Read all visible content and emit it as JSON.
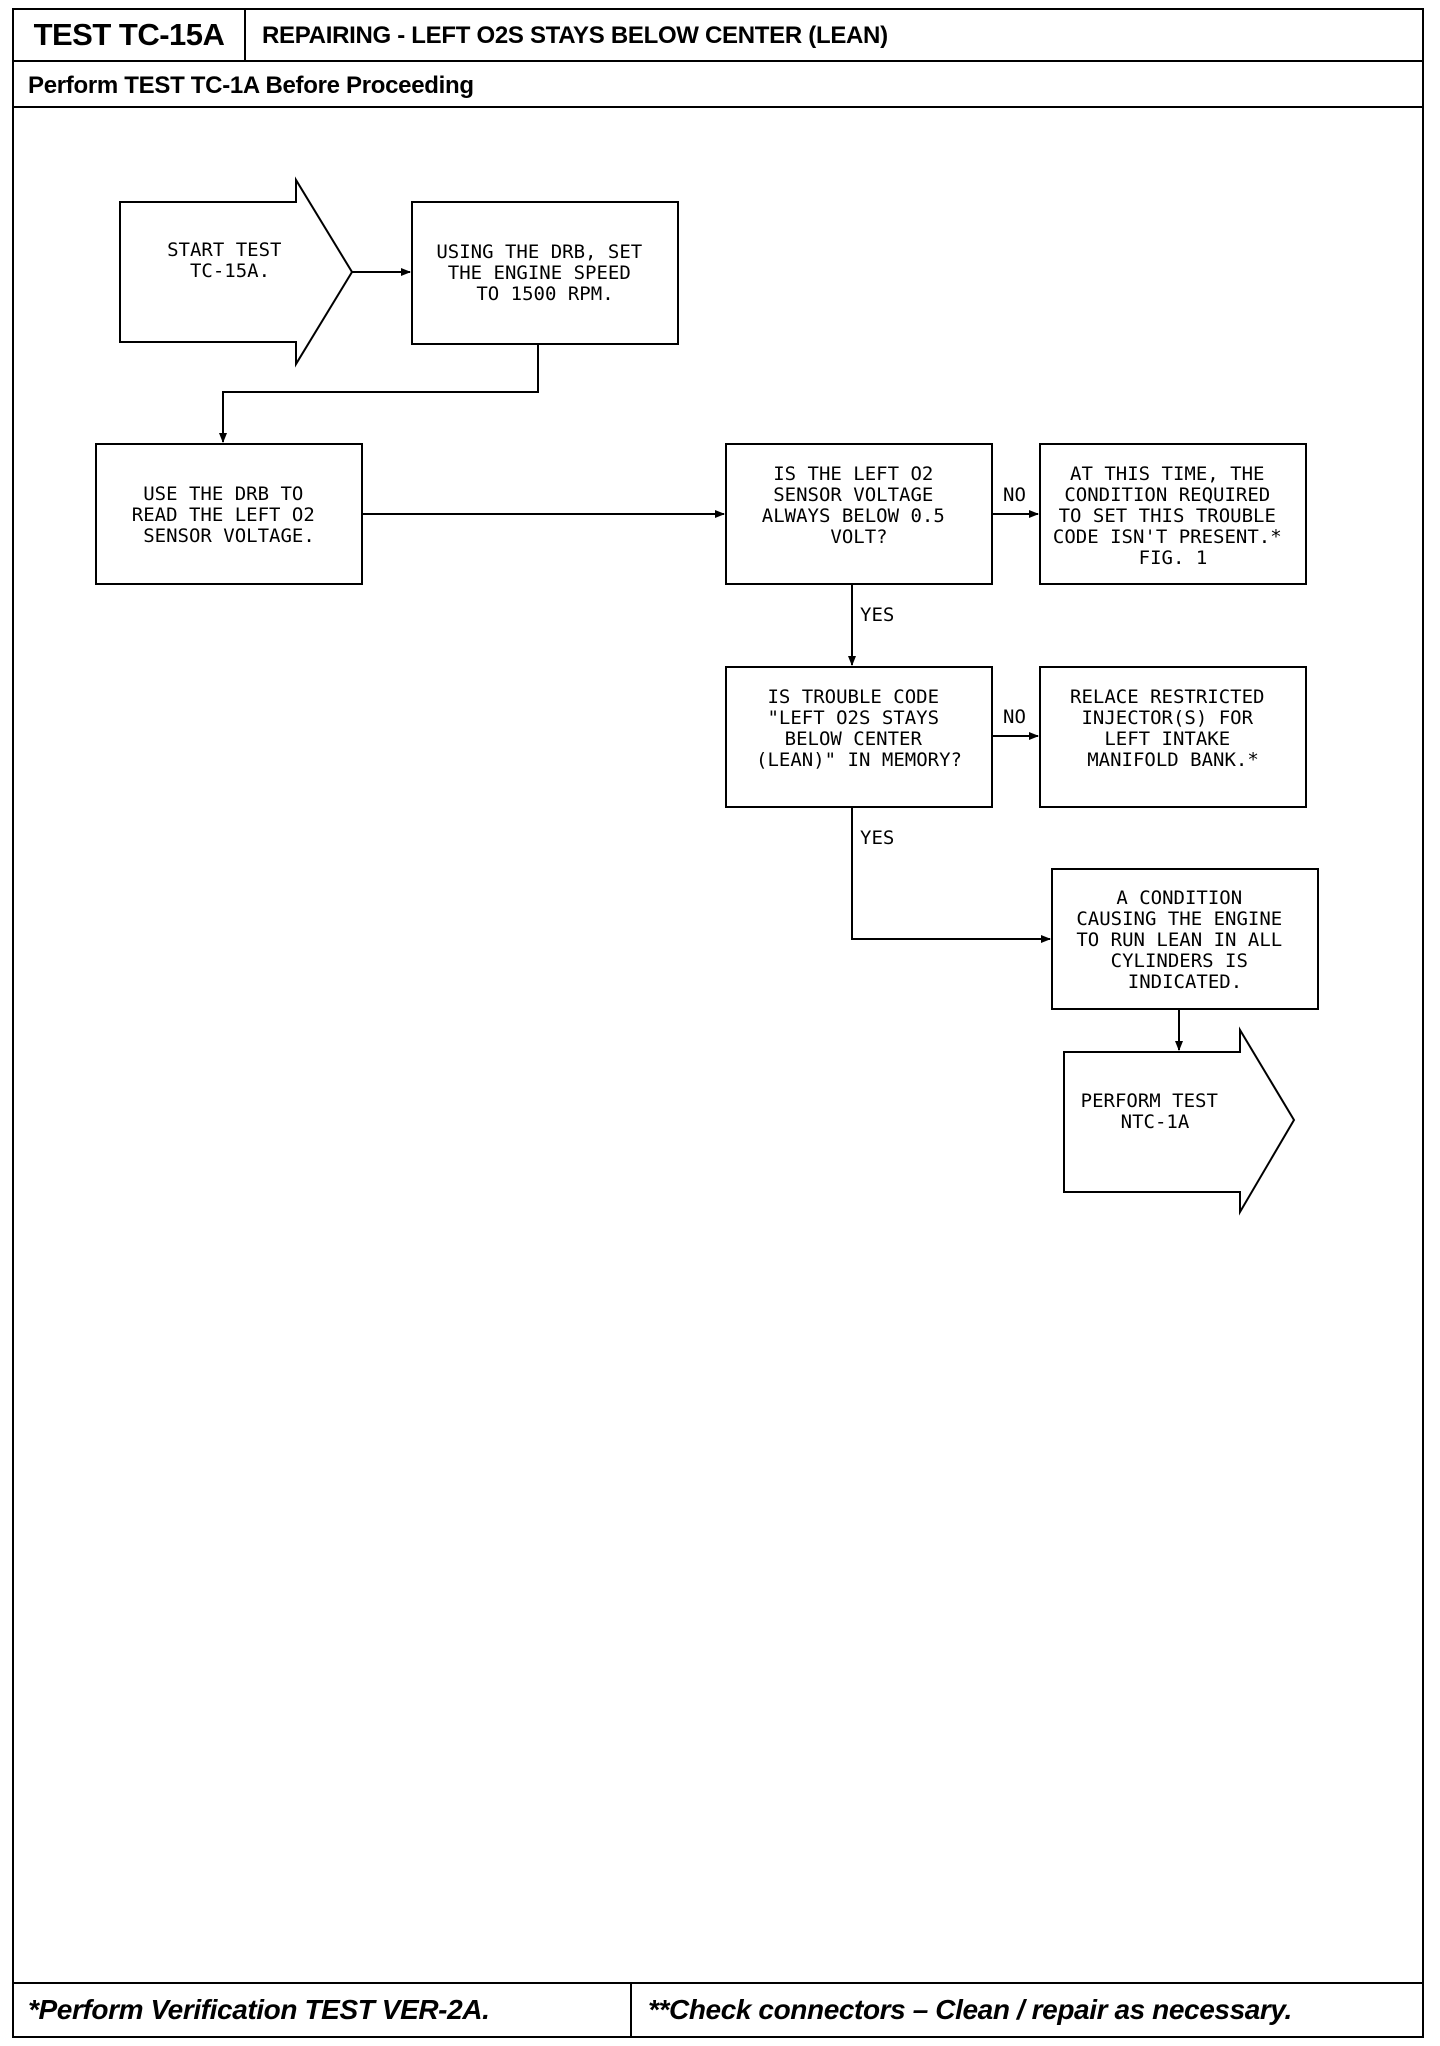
{
  "header": {
    "test_id": "TEST TC-15A",
    "title": "REPAIRING - LEFT O2S STAYS BELOW CENTER (LEAN)",
    "subtitle": "Perform TEST TC-1A Before Proceeding"
  },
  "flowchart": {
    "start": [
      "START TEST",
      "TC-15A."
    ],
    "set_speed": [
      "USING THE DRB, SET",
      "THE ENGINE SPEED",
      "TO 1500 RPM."
    ],
    "read_voltage": [
      "USE THE DRB TO",
      "READ THE LEFT O2",
      "SENSOR VOLTAGE."
    ],
    "question_voltage": [
      "IS THE LEFT O2",
      "SENSOR VOLTAGE",
      "ALWAYS BELOW 0.5",
      "VOLT?"
    ],
    "not_present": [
      "AT THIS TIME, THE",
      "CONDITION REQUIRED",
      "TO SET THIS TROUBLE",
      "CODE ISN'T PRESENT.*",
      "FIG. 1"
    ],
    "question_code": [
      "IS TROUBLE CODE",
      "\"LEFT O2S STAYS",
      "BELOW CENTER",
      "(LEAN)\" IN MEMORY?"
    ],
    "replace_injectors": [
      "RELACE RESTRICTED",
      "INJECTOR(S) FOR",
      "LEFT INTAKE",
      "MANIFOLD BANK.*"
    ],
    "lean_condition": [
      "A CONDITION",
      "CAUSING THE ENGINE",
      "TO RUN LEAN IN ALL",
      "CYLINDERS IS",
      "INDICATED."
    ],
    "perform_ntc": [
      "PERFORM TEST",
      "NTC-1A"
    ],
    "labels": {
      "no_1": "NO",
      "yes_1": "YES",
      "no_2": "NO",
      "yes_2": "YES"
    }
  },
  "footer": {
    "left": "*Perform Verification TEST VER-2A.",
    "right": "**Check connectors – Clean / repair as necessary."
  }
}
